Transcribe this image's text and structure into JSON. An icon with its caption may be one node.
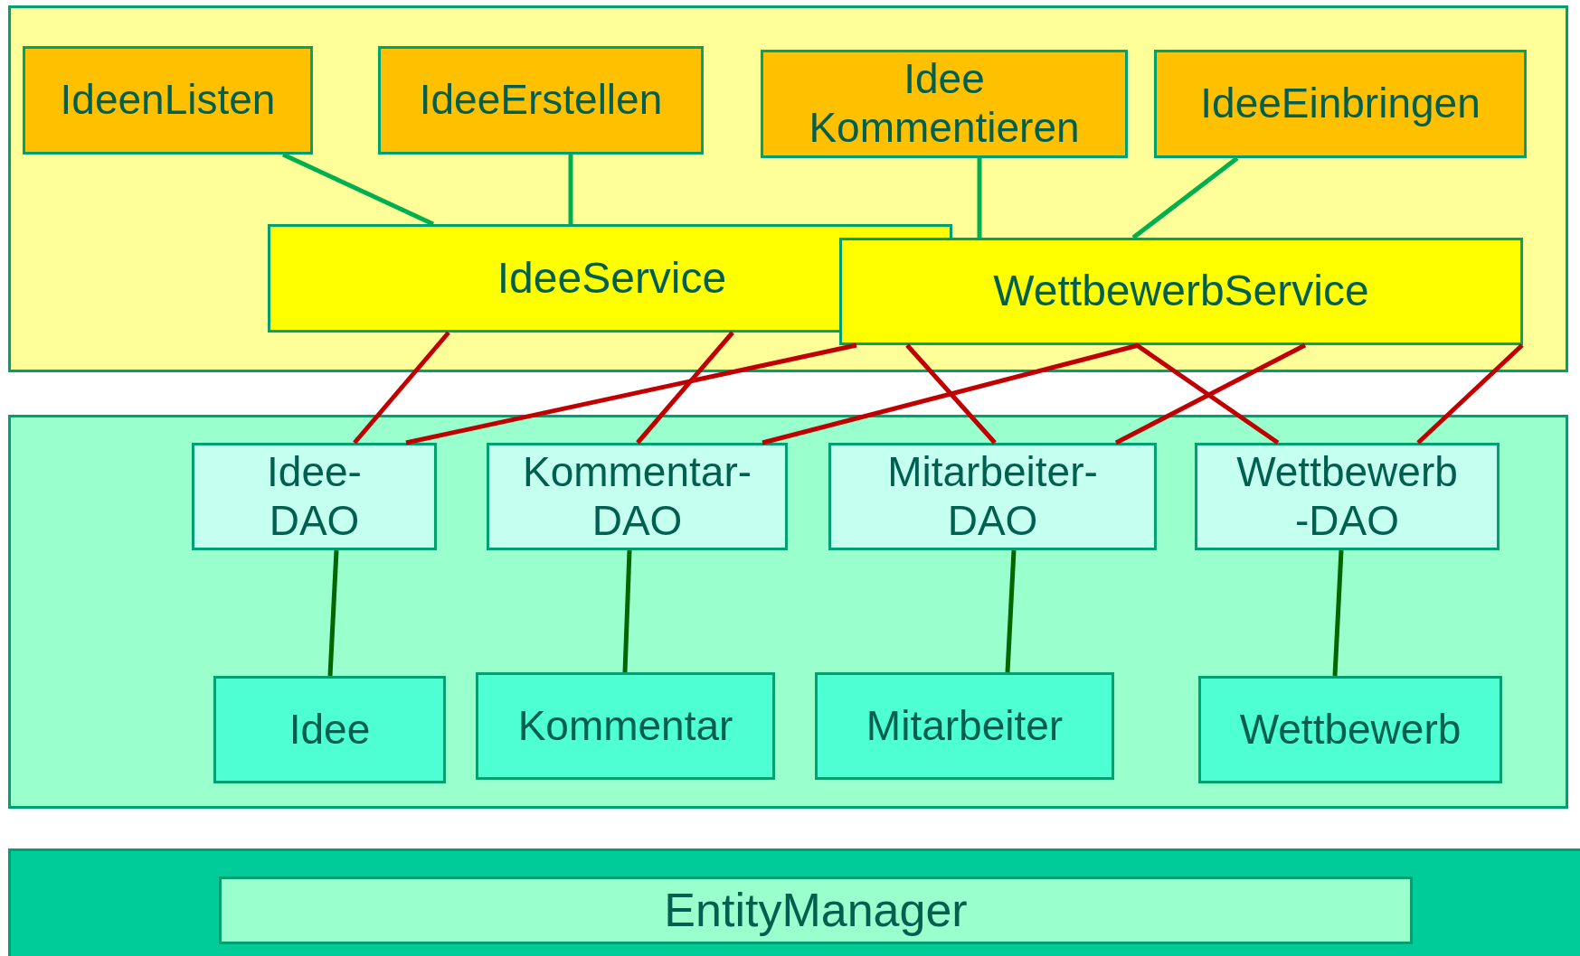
{
  "diagram": {
    "nodes": [
      {
        "text": [],
        "shape": "box"
      },
      {
        "text": [
          "IdeenListen"
        ],
        "in": 0
      },
      {
        "text": [
          "IdeeErstellen"
        ],
        "in": 0
      },
      {
        "text": [
          "Idee Kommentieren"
        ],
        "in": 0
      },
      {
        "text": [
          "IdeeEinbringen"
        ],
        "in": 0
      },
      {
        "text": [
          "IdeeService"
        ],
        "in": 0
      },
      {
        "text": [
          "WettbewerbService"
        ],
        "in": 0
      },
      {
        "text": [],
        "shape": "box"
      },
      {
        "text": [
          "Idee- DAO"
        ],
        "in": 7
      },
      {
        "text": [
          "Kommentar- DAO"
        ],
        "in": 7
      },
      {
        "text": [
          "Mitarbeiter- DAO"
        ],
        "in": 7
      },
      {
        "text": [
          "Wettbewerb -DAO"
        ],
        "in": 7
      },
      {
        "text": [
          "Idee"
        ],
        "in": 7
      },
      {
        "text": [
          "Kommentar"
        ],
        "in": 7
      },
      {
        "text": [
          "Mitarbeiter"
        ],
        "in": 7
      },
      {
        "text": [
          "Wettbewerb"
        ],
        "in": 7
      },
      {
        "text": [],
        "shape": "box"
      },
      {
        "text": [
          "EntityManager"
        ],
        "in": 16
      }
    ],
    "edges": [
      {
        "from": 1,
        "to": 5,
        "arrow": "none",
        "color": "#00b050"
      },
      {
        "from": 2,
        "to": 5,
        "arrow": "none",
        "color": "#00b050"
      },
      {
        "from": 3,
        "to": 6,
        "arrow": "none",
        "color": "#00b050"
      },
      {
        "from": 4,
        "to": 6,
        "arrow": "none",
        "color": "#00b050"
      },
      {
        "from": 5,
        "to": 8,
        "arrow": "none"
      },
      {
        "from": 5,
        "to": 9,
        "arrow": "none"
      },
      {
        "from": 6,
        "to": 8,
        "arrow": "none"
      },
      {
        "from": 6,
        "to": 9,
        "arrow": "none"
      },
      {
        "from": 6,
        "to": 10,
        "arrow": "none"
      },
      {
        "from": 6,
        "to": 11,
        "arrow": "none"
      },
      {
        "from": 6,
        "to": 10,
        "arrow": "none"
      },
      {
        "from": 6,
        "to": 11,
        "arrow": "none"
      },
      {
        "from": 8,
        "to": 12,
        "arrow": "none",
        "color": "#006600"
      },
      {
        "from": 9,
        "to": 13,
        "arrow": "none",
        "color": "#006600"
      },
      {
        "from": 10,
        "to": 14,
        "arrow": "none",
        "color": "#006600"
      },
      {
        "from": 11,
        "to": 15,
        "arrow": "none",
        "color": "#006600"
      }
    ]
  }
}
